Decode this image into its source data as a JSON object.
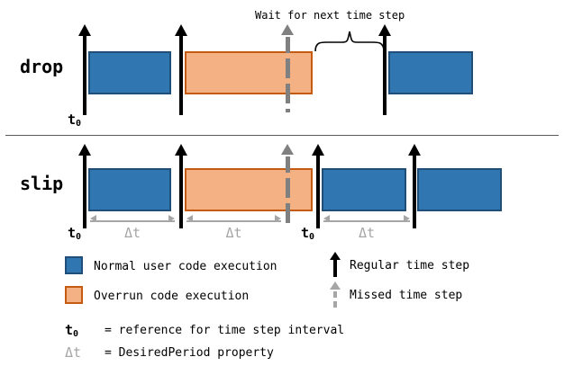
{
  "figure": {
    "title_alt": "drop vs slip time-step overrun behavior",
    "colors": {
      "normal_fill": "#3076B0",
      "normal_border": "#1F4E79",
      "overrun_fill": "#F4B183",
      "overrun_border": "#C55A11",
      "regular_step": "#000000",
      "missed_step": "#808080",
      "measure_gray": "#a6a6a6",
      "divider": "#5a5a5a",
      "background": "#ffffff"
    }
  },
  "rows": [
    {
      "label": "drop",
      "t0_labels": [
        "t",
        "0"
      ],
      "annotation": "Wait for next time step",
      "blocks": [
        {
          "kind": "normal"
        },
        {
          "kind": "overrun"
        },
        {
          "kind": "normal"
        }
      ]
    },
    {
      "label": "slip",
      "t0_labels": [
        "t",
        "0"
      ],
      "dt_label": "Δt",
      "blocks": [
        {
          "kind": "normal"
        },
        {
          "kind": "overrun"
        },
        {
          "kind": "normal"
        },
        {
          "kind": "normal"
        }
      ]
    }
  ],
  "annotations": {
    "wait_for_next": "Wait for next time step",
    "t0_base": "t",
    "t0_sub": "0",
    "delta_t": "Δt"
  },
  "legend": {
    "swatches": [
      {
        "kind": "normal",
        "label": "Normal user code execution"
      },
      {
        "kind": "overrun",
        "label": "Overrun code execution"
      }
    ],
    "arrows": [
      {
        "kind": "regular",
        "label": "Regular time step"
      },
      {
        "kind": "missed",
        "label": "Missed time step"
      }
    ],
    "keys": [
      {
        "symbol_base": "t",
        "symbol_sub": "0",
        "definition": "= reference for time step interval"
      },
      {
        "symbol_base": "Δt",
        "symbol_sub": "",
        "definition": "= DesiredPeriod property"
      }
    ]
  }
}
